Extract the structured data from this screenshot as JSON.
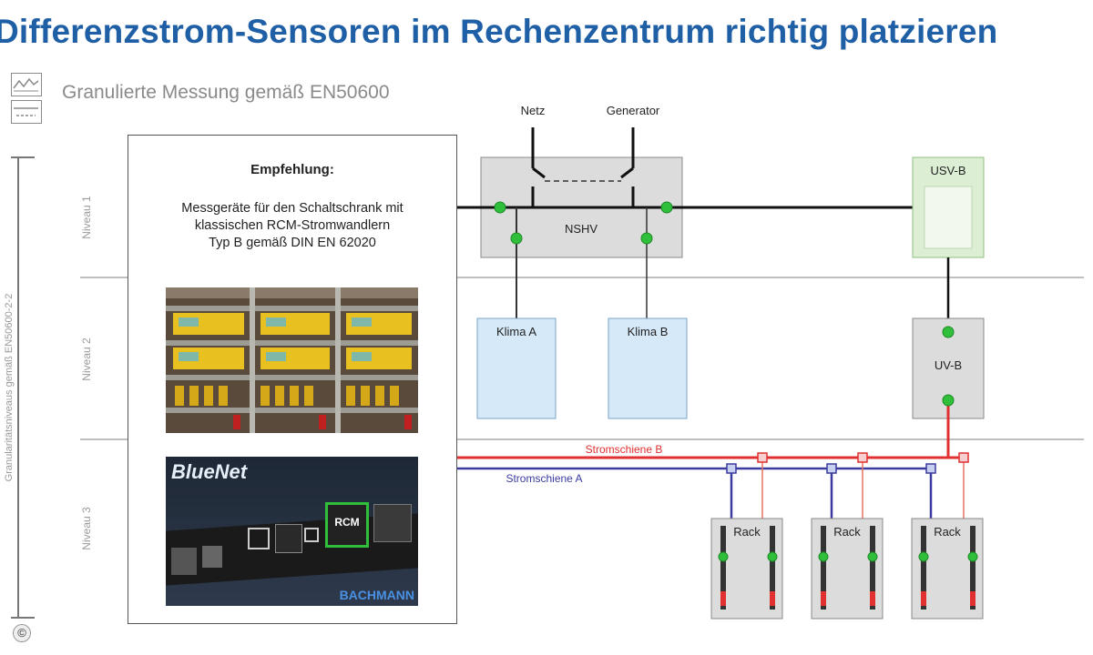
{
  "title": "Differenzstrom-Sensoren im Rechenzentrum richtig platzieren",
  "subtitle": "Granulierte Messung gemäß EN50600",
  "side_axis_label": "Granularitätsniveaus gemäß EN50600-2-2",
  "levels": [
    "Niveau 1",
    "Niveau 2",
    "Niveau 3"
  ],
  "recommendation": {
    "heading": "Empfehlung:",
    "line1": "Messgeräte für den Schaltschrank mit",
    "line2": "klassischen RCM-Stromwandlern",
    "line3": "Typ B gemäß DIN EN 62020"
  },
  "nodes": {
    "netz": "Netz",
    "generator": "Generator",
    "nshv": "NSHV",
    "usv_b": "USV-B",
    "klima_a": "Klima A",
    "klima_b": "Klima B",
    "uv_b": "UV-B",
    "rack1": "Rack",
    "rack2": "Rack",
    "rack3": "Rack"
  },
  "busbars": {
    "b": "Stromschiene B",
    "a": "Stromschiene A"
  },
  "pdu": {
    "brand": "BlueNet",
    "rcm_label": "RCM",
    "maker": "BACHMANN"
  },
  "copyright_symbol": "©",
  "colors": {
    "title": "#1f5fa6",
    "busbar_b": "#e03030",
    "busbar_a": "#3a3aa0",
    "sensor": "#2fbf3a",
    "klima_fill": "#d6e9f8",
    "usv_fill": "#dcefd4",
    "nshv_fill": "#dcdcdc"
  }
}
